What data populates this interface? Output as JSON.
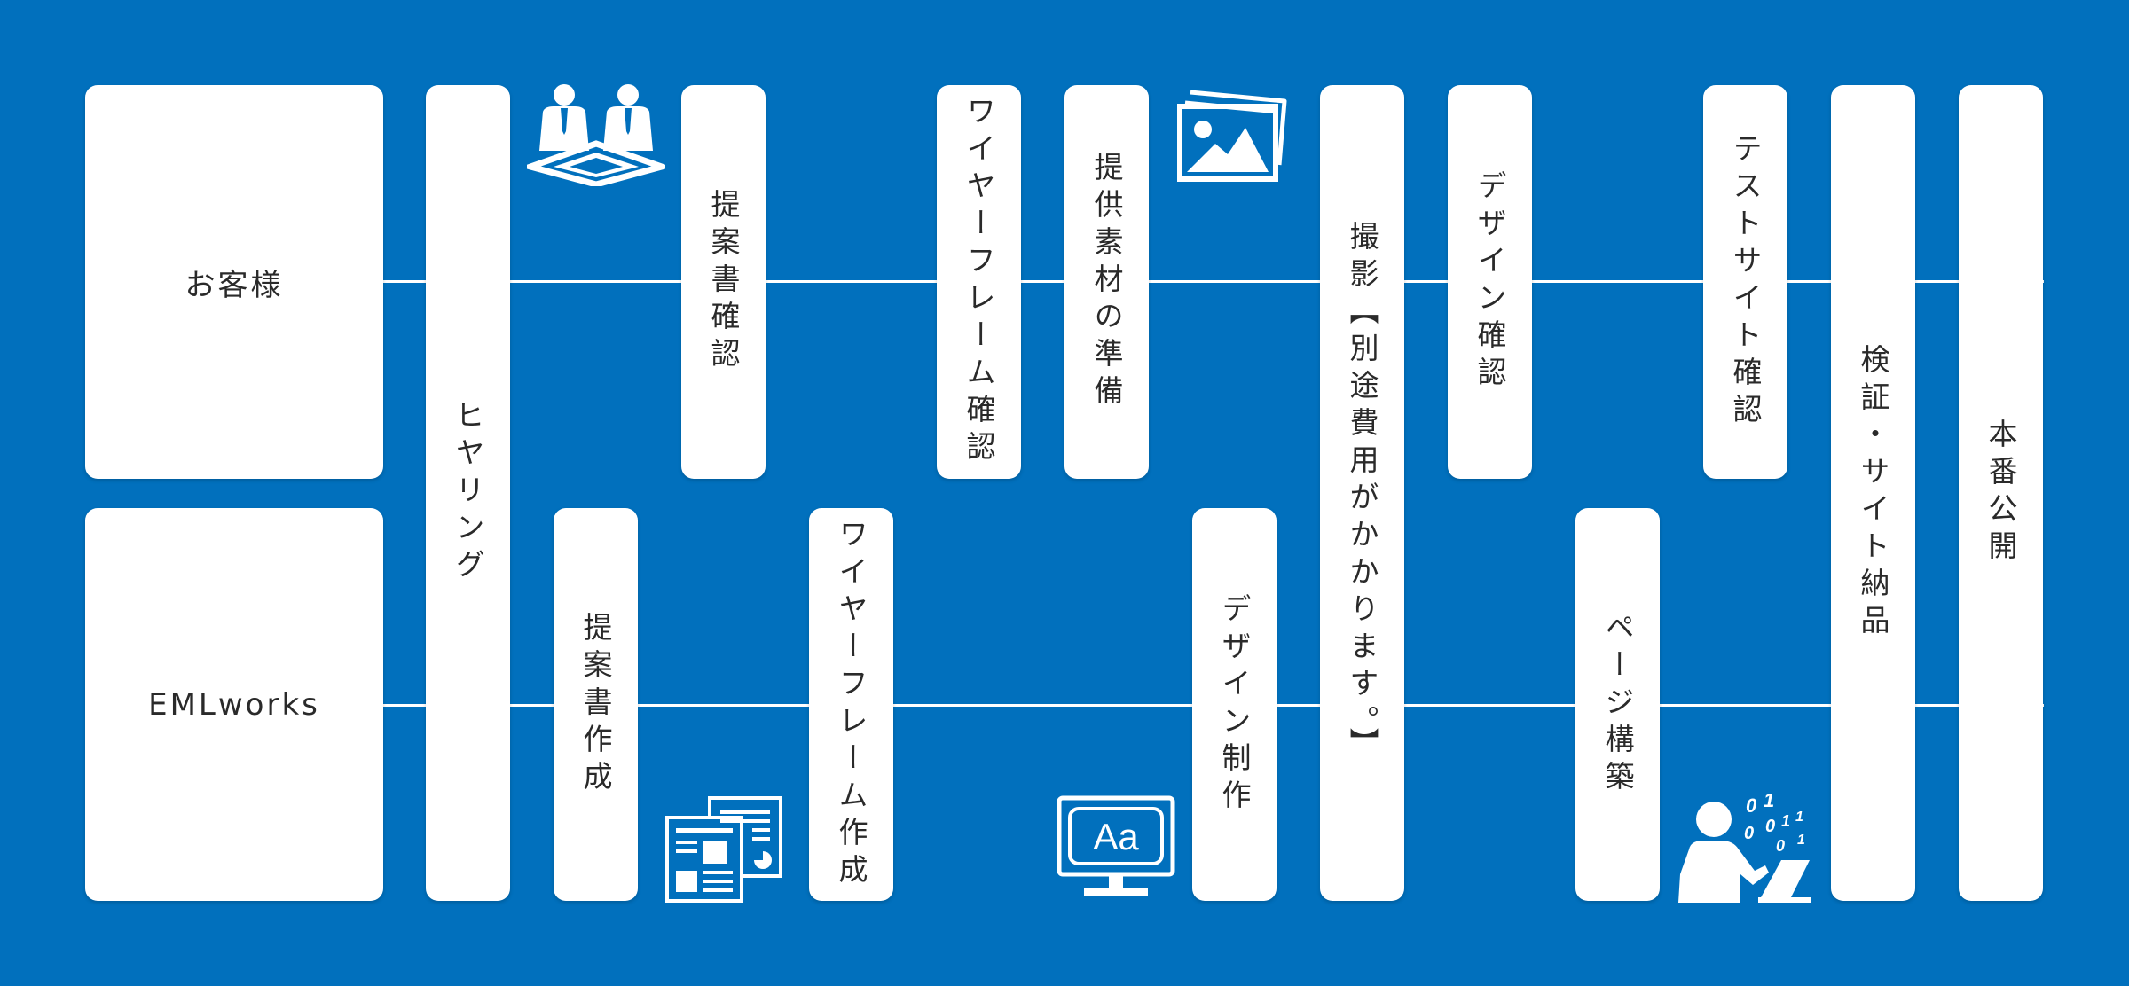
{
  "lanes": {
    "customer": "お客様",
    "company": "EMLworks"
  },
  "steps": {
    "hearing": "ヒヤリング",
    "proposal_create": "提案書作成",
    "proposal_check": "提案書確認",
    "wireframe_create": "ワイヤーフレーム作成",
    "wireframe_check": "ワイヤーフレーム確認",
    "materials_prepare": "提供素材の準備",
    "design_create": "デザイン制作",
    "photo_shoot": "撮影【別途費用がかかります。】",
    "design_check": "デザイン確認",
    "page_build": "ページ構築",
    "test_site_check": "テストサイト確認",
    "verify_deliver": "検証・サイト納品",
    "launch": "本番公開"
  },
  "icons": {
    "meeting": "meeting-icon",
    "documents": "documents-icon",
    "photos": "photos-icon",
    "monitor": "monitor-icon",
    "programmer": "programmer-icon"
  },
  "monitor_label": "Aa",
  "code_bits": [
    "0",
    "1",
    "0",
    "1",
    "0",
    "1",
    "0",
    "1"
  ],
  "colors": {
    "background": "#0170bd",
    "box": "#ffffff",
    "text": "#2a2a2a"
  }
}
